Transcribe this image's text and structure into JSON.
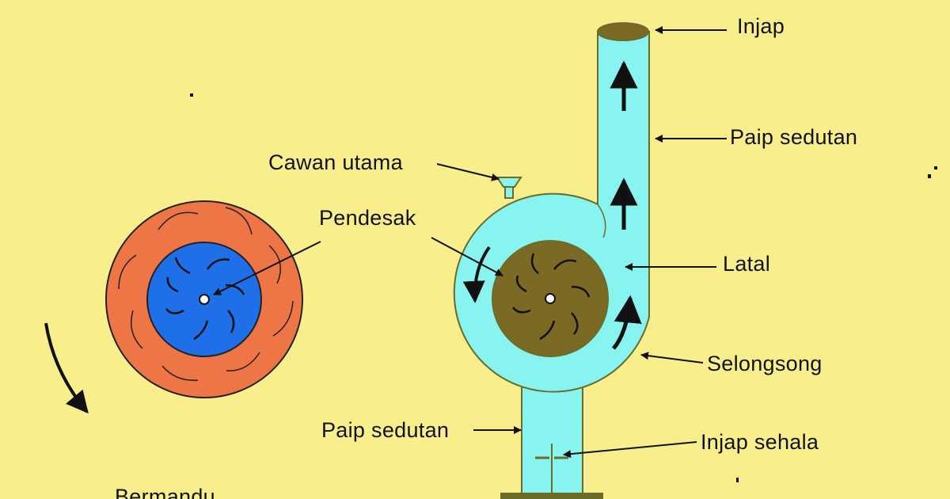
{
  "labels": {
    "injap": "Injap",
    "paip_sedutan_top": "Paip sedutan",
    "cawan_utama": "Cawan utama",
    "pendesak": "Pendesak",
    "latal": "Latal",
    "selongsong": "Selongsong",
    "paip_sedutan_bottom": "Paip sedutan",
    "injap_sehala": "Injap sehala",
    "bottom_cut": "Bermandu"
  },
  "colors": {
    "background": "#f8ef8c",
    "water": "#88f4f0",
    "impeller_outer": "#ee7545",
    "impeller_inner": "#1f6fe8",
    "impeller_dark": "#7b6a24",
    "outline": "#6b6b2a",
    "arrow": "#111111"
  },
  "icons": {
    "flow_arrow": "arrow-up-icon",
    "rotation_arrow": "curved-arrow-icon"
  }
}
